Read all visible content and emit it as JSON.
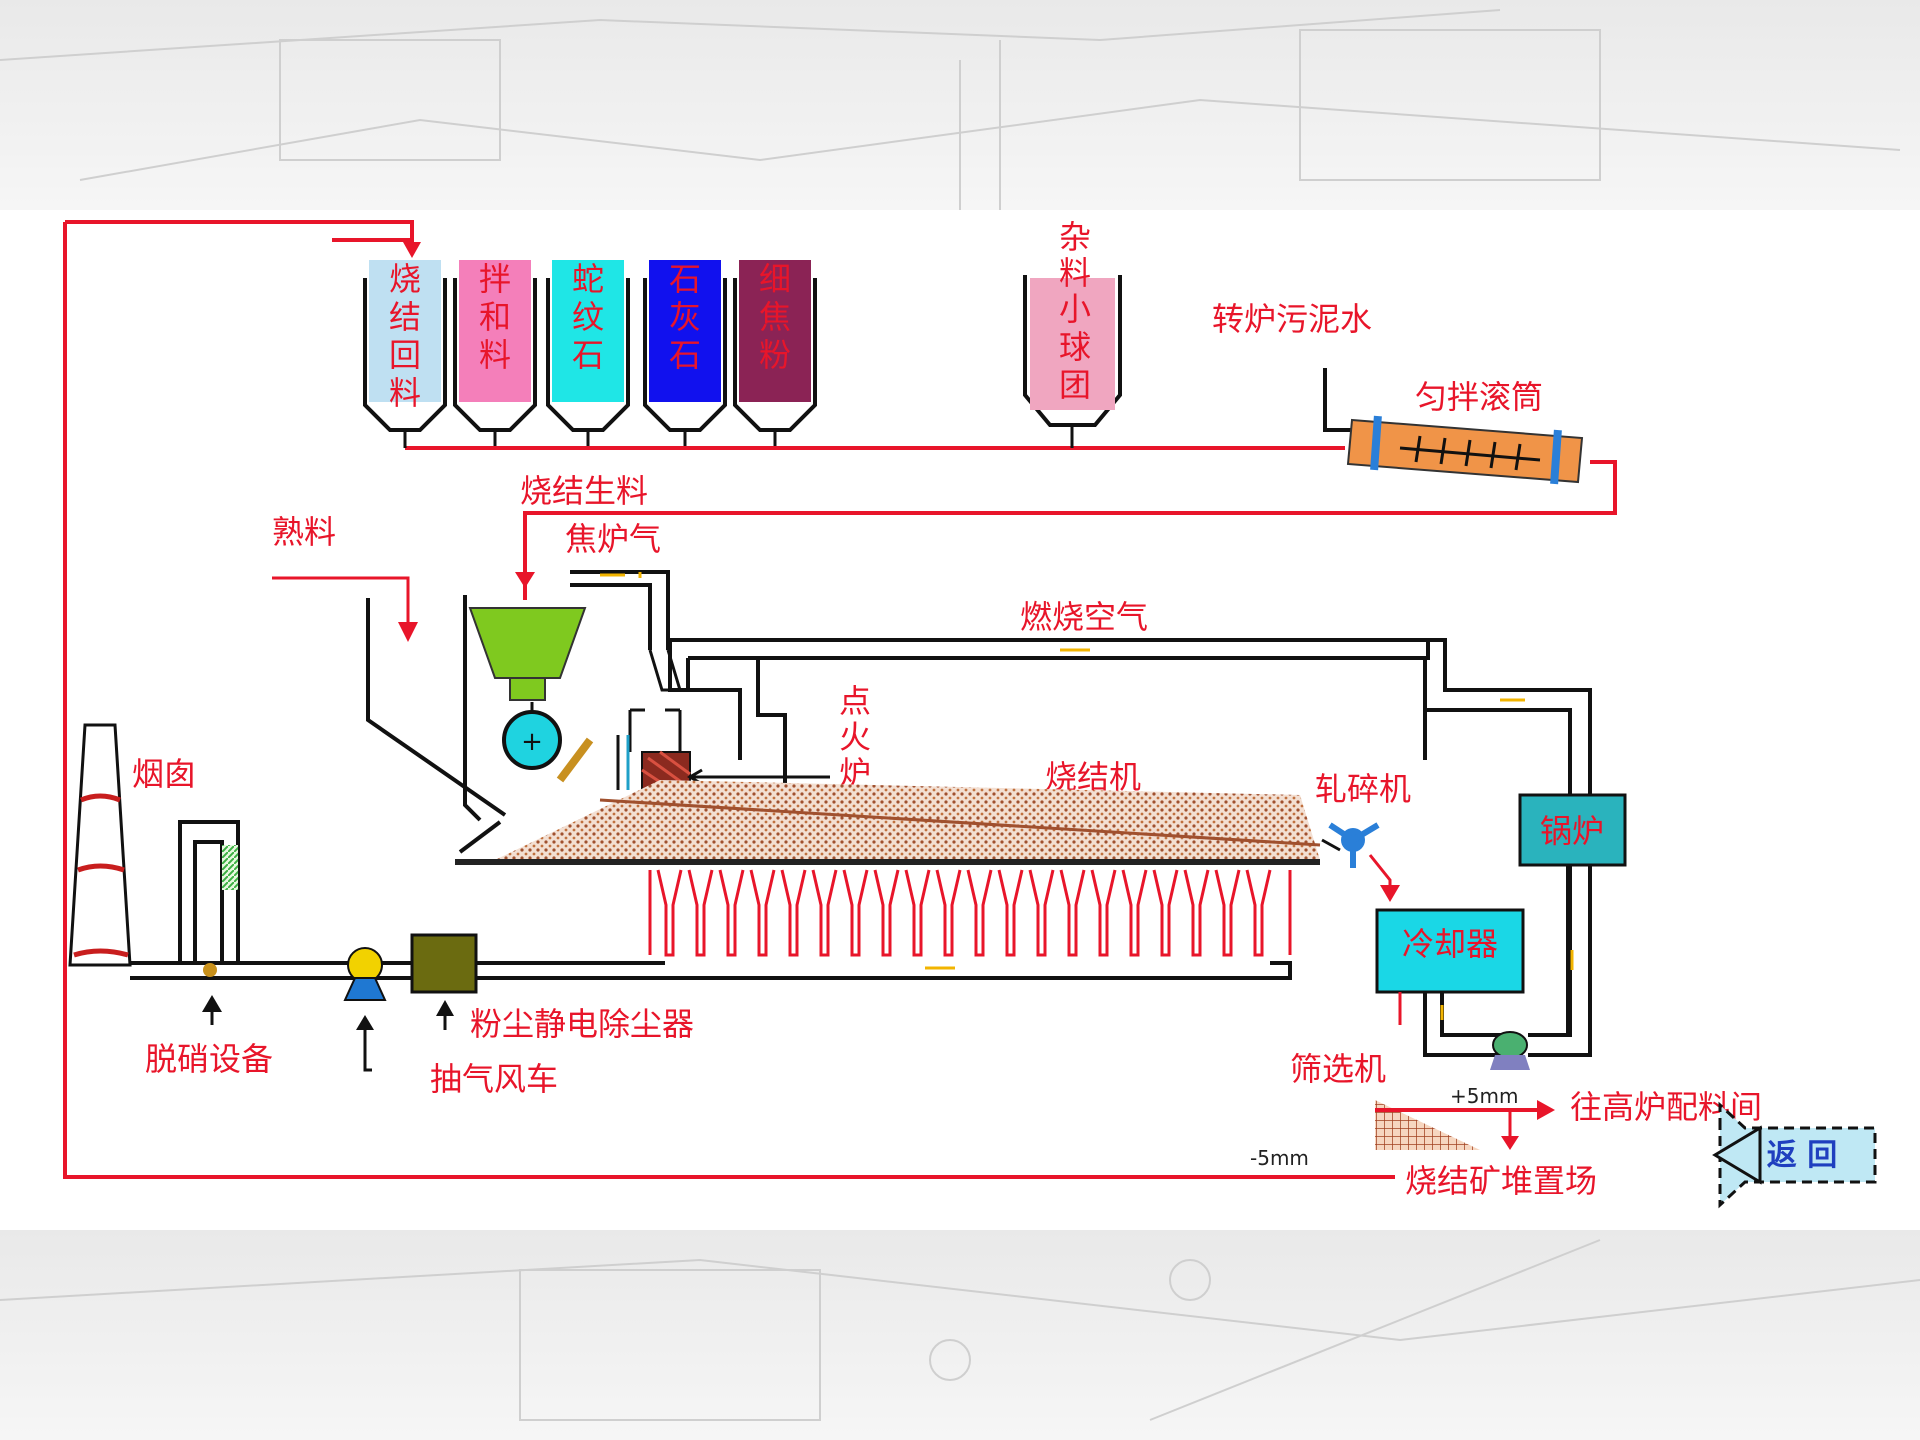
{
  "bins": [
    {
      "label": "烧结回料",
      "color": "#bfe0f2",
      "text_color": "#e8152a"
    },
    {
      "label": "拌和料",
      "color": "#f47fba",
      "text_color": "#e8152a"
    },
    {
      "label": "蛇纹石",
      "color": "#1fe6e6",
      "text_color": "#e8152a"
    },
    {
      "label": "石灰石",
      "color": "#1111ee",
      "text_color": "#e8152a"
    },
    {
      "label": "细焦粉",
      "color": "#8b2355",
      "text_color": "#e8152a"
    }
  ],
  "ball_bin": {
    "label": "杂料小球团",
    "color": "#f0a6c0"
  },
  "labels": {
    "converter_sludge": "转炉污泥水",
    "mixing_drum": "匀拌滚筒",
    "raw_mix": "烧结生料",
    "cooked": "熟料",
    "coke_gas": "焦炉气",
    "combustion_air": "燃烧空气",
    "ignition_furnace": "点火炉",
    "sinter_machine": "烧结机",
    "crusher": "轧碎机",
    "boiler": "锅炉",
    "cooler": "冷却器",
    "chimney": "烟囱",
    "denitration": "脱硝设备",
    "esp": "粉尘静电除尘器",
    "exhaust_fan": "抽气风车",
    "screen": "筛选机",
    "plus5": "+5mm",
    "minus5": "-5mm",
    "to_blast_furnace": "往高炉配料间",
    "sinter_yard": "烧结矿堆置场"
  },
  "nav": {
    "return_label": "返 回"
  },
  "colors": {
    "flow": "#e8152a",
    "duct": "#111111",
    "hopper": "#7fc91f",
    "roller": "#1fd3e0",
    "cooler": "#1ad7e6",
    "boiler": "#2ab3bd",
    "esp": "#6b6b10",
    "drum": "#f09448",
    "ore": "#b06040"
  }
}
